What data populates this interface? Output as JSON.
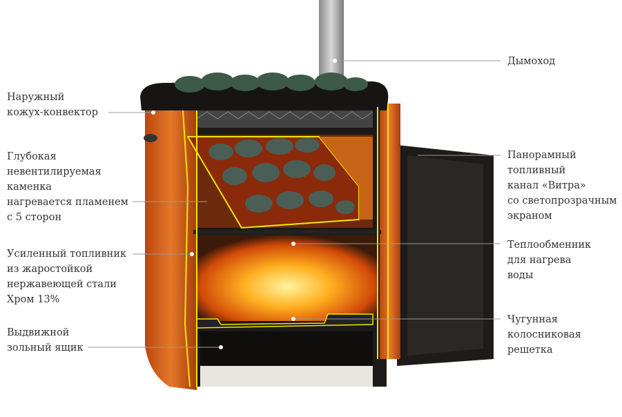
{
  "labels_left": [
    {
      "id": "outer-casing",
      "lines": [
        "Наружный",
        "кожух-конвектор"
      ]
    },
    {
      "id": "deep-heater",
      "lines": [
        "Глубокая",
        "невентилируемая",
        "каменка",
        "нагревается пламенем",
        "с 5 сторон"
      ]
    },
    {
      "id": "firebox",
      "lines": [
        "Усиленный топливник",
        "из жаростойкой",
        "нержавеющей стали",
        "Хром 13%"
      ]
    },
    {
      "id": "ash-drawer",
      "lines": [
        "Выдвижной",
        "зольный ящик"
      ]
    }
  ],
  "labels_right": [
    {
      "id": "chimney",
      "lines": [
        "Дымоход"
      ]
    },
    {
      "id": "fuel-channel",
      "lines": [
        "Панорамный",
        "топливный",
        "канал «Витра»",
        "со светопрозрачным",
        "экраном"
      ]
    },
    {
      "id": "heat-exchanger",
      "lines": [
        "Теплообменник",
        "для нагрева",
        "воды"
      ]
    },
    {
      "id": "grate",
      "lines": [
        "Чугунная",
        "колосниковая",
        "решетка"
      ]
    }
  ],
  "colors": {
    "casing": "#d9661c",
    "outline": "#f2e600",
    "body": "#1c1a18",
    "text": "#333333"
  }
}
